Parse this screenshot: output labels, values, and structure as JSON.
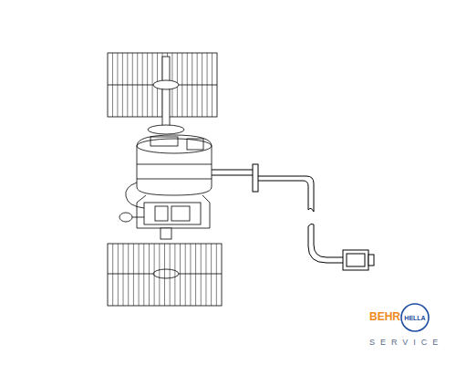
{
  "diagram": {
    "labels": [
      "BEHR",
      "HELLA",
      "SERVICE"
    ]
  }
}
